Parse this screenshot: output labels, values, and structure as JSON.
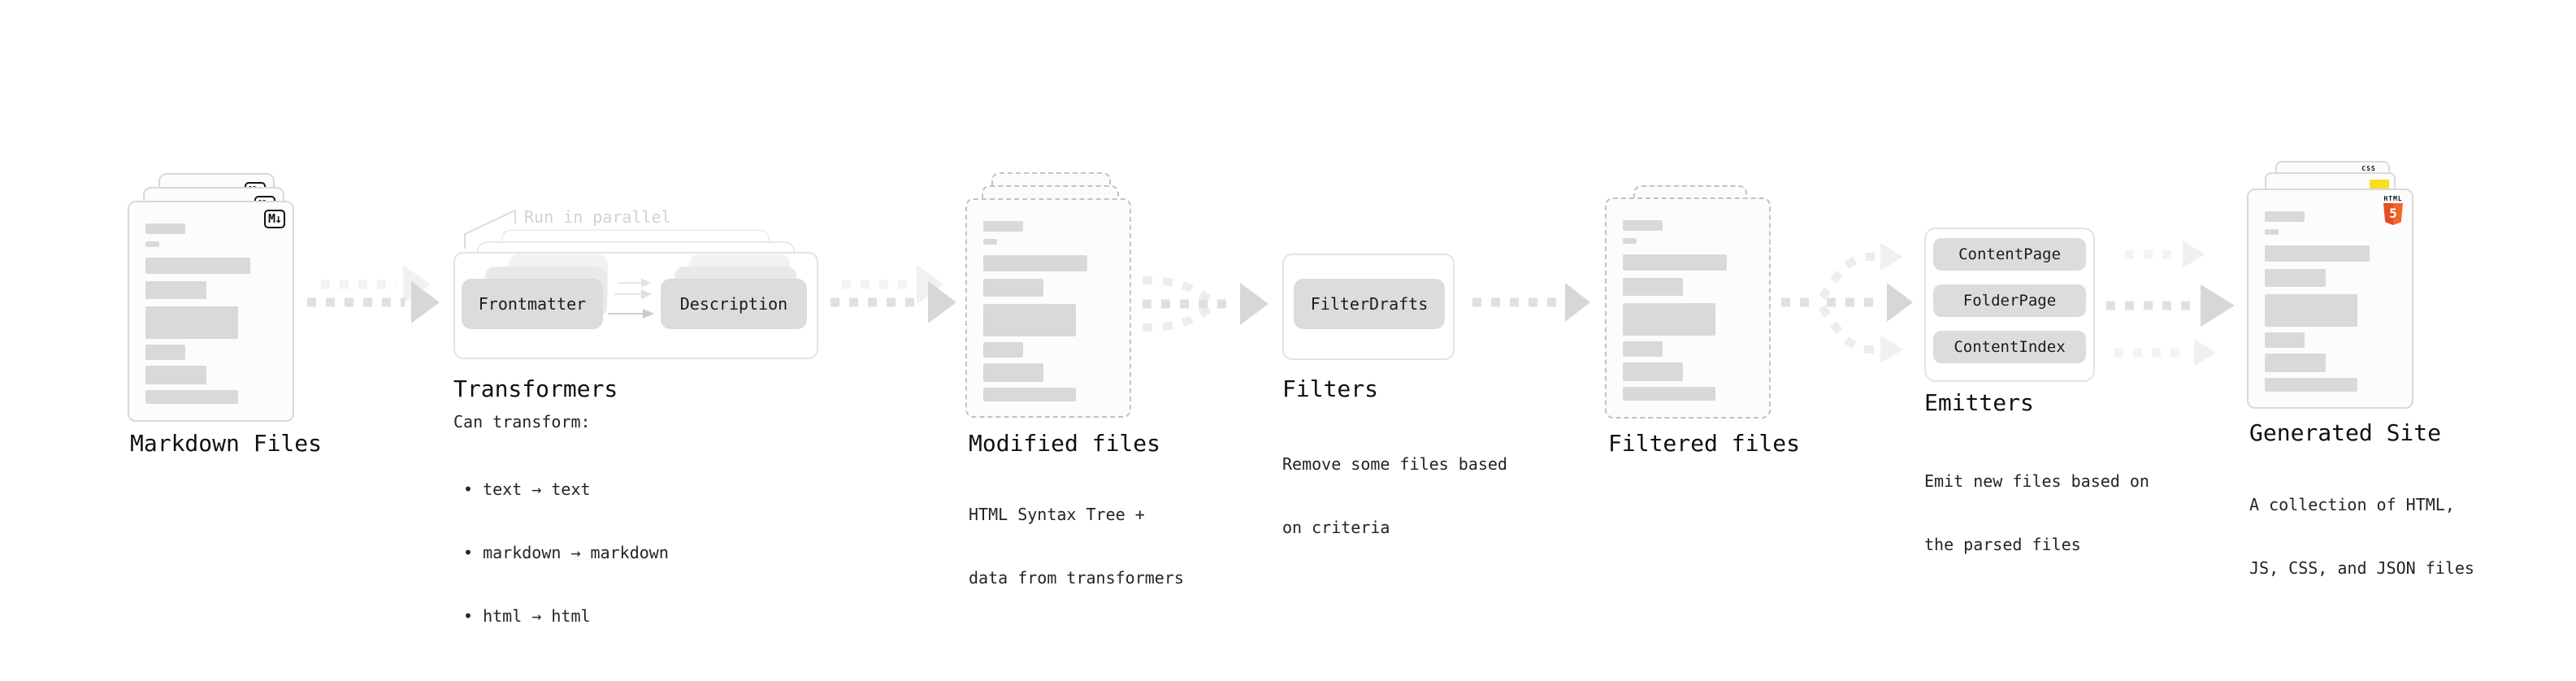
{
  "diagram": {
    "markdown_files": {
      "label": "Markdown Files",
      "badge": "M↓"
    },
    "transformers": {
      "label": "Transformers",
      "annotation": "Run in parallel",
      "chips": [
        "Frontmatter",
        "Description"
      ],
      "description_title": "Can transform:",
      "bullets": [
        "• text → text",
        "• markdown → markdown",
        "• html → html"
      ]
    },
    "modified_files": {
      "label": "Modified files",
      "description": [
        "HTML Syntax Tree +",
        "data from transformers"
      ]
    },
    "filters": {
      "label": "Filters",
      "chips": [
        "FilterDrafts"
      ],
      "description": [
        "Remove some files based",
        "on criteria"
      ]
    },
    "filtered_files": {
      "label": "Filtered files"
    },
    "emitters": {
      "label": "Emitters",
      "chips": [
        "ContentPage",
        "FolderPage",
        "ContentIndex"
      ],
      "description": [
        "Emit new files based on",
        "the parsed files"
      ]
    },
    "generated_site": {
      "label": "Generated Site",
      "description": [
        "A collection of HTML,",
        "JS, CSS, and JSON files"
      ],
      "file_type_icons": {
        "html5_caption": "HTML",
        "html5_numeral": "5",
        "css_caption": "CSS"
      }
    },
    "colors": {
      "html5_orange": "#e44d26",
      "html5_orange_light": "#f16529",
      "js_yellow": "#f7df1e",
      "css_blue": "#2b6cea"
    }
  },
  "file_card_bars": [
    {
      "w": "31%",
      "h": 13,
      "mb": 9
    },
    {
      "w": "11%",
      "h": 7,
      "mb": 13
    },
    {
      "w": "81%",
      "h": 20,
      "mb": 9
    },
    {
      "w": "47%",
      "h": 22,
      "mb": 9
    },
    {
      "w": "72%",
      "h": 40,
      "mb": 7
    },
    {
      "w": "31%",
      "h": 19,
      "mb": 7
    },
    {
      "w": "47%",
      "h": 23,
      "mb": 7
    },
    {
      "w": "72%",
      "h": 17,
      "mb": 0
    }
  ]
}
